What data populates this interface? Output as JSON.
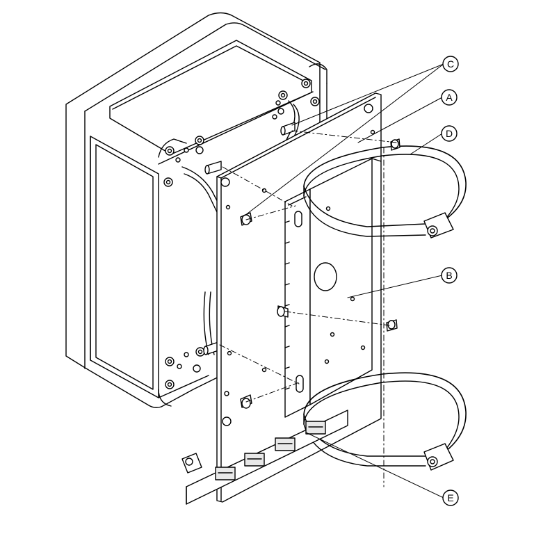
{
  "diagram": {
    "callouts": [
      {
        "id": "C",
        "label": "C"
      },
      {
        "id": "A",
        "label": "A"
      },
      {
        "id": "D",
        "label": "D"
      },
      {
        "id": "B",
        "label": "B"
      },
      {
        "id": "E",
        "label": "E"
      }
    ],
    "colors": {
      "line": "#000000",
      "fill_light": "#ffffff",
      "fill_gray": "#e8e8e8"
    }
  }
}
